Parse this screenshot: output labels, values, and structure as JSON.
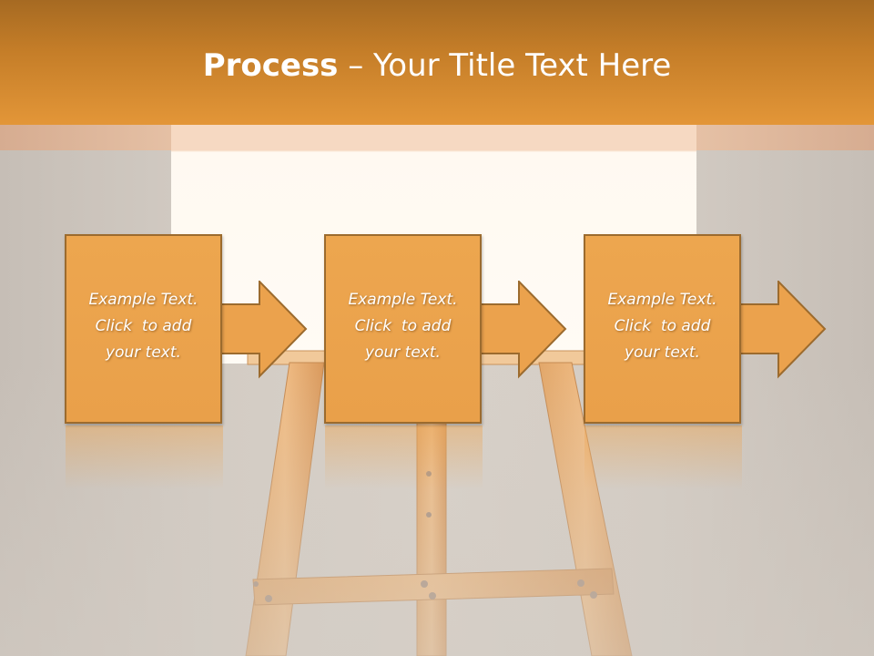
{
  "slide": {
    "title_strong": "Process",
    "title_rest": " – Your Title Text Here"
  },
  "steps": [
    {
      "line1": "Example Text.",
      "line2": "Click  to add",
      "line3": "your text."
    },
    {
      "line1": "Example Text.",
      "line2": "Click  to add",
      "line3": "your text."
    },
    {
      "line1": "Example Text.",
      "line2": "Click  to add",
      "line3": "your text."
    }
  ],
  "colors": {
    "accent": "#e39638",
    "box_fill": "#eba24d",
    "box_border": "#9c6b2e",
    "background": "#d3ccc4"
  }
}
